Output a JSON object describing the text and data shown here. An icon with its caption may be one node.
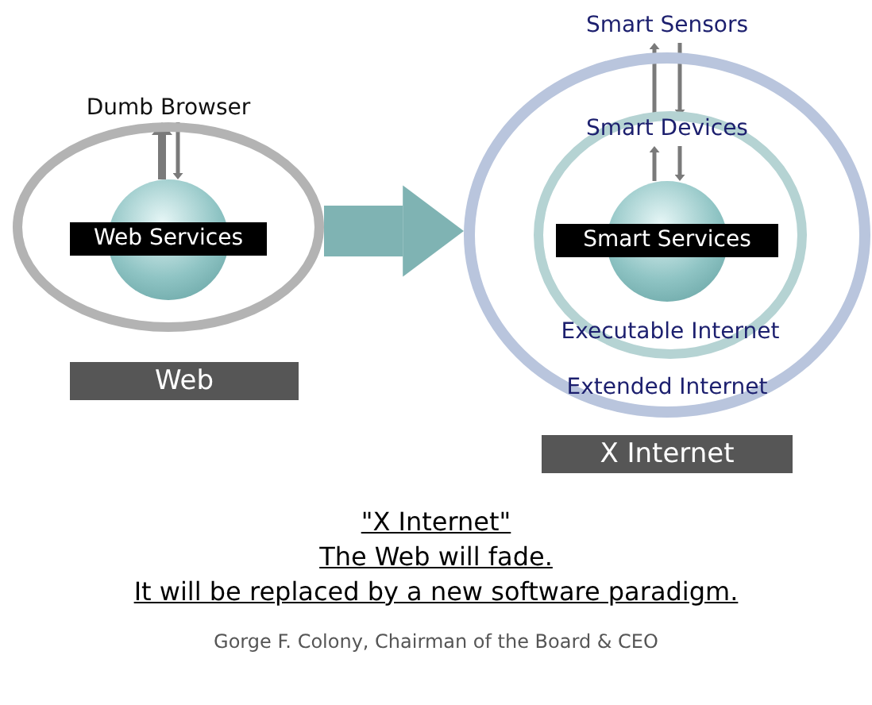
{
  "diagram": {
    "nodes": [
      {
        "text": [],
        "shape": "circle"
      },
      {
        "text": [
          "Dumb Browser"
        ]
      },
      {
        "text": [
          "Web Services"
        ],
        "in": 0
      },
      {
        "text": [
          "Web"
        ]
      },
      {
        "text": [
          "Smart Sensors"
        ]
      },
      {
        "text": [
          "Extended Internet"
        ]
      },
      {
        "text": [
          "Executable Internet"
        ],
        "in": 5
      },
      {
        "text": [
          "Smart Devices"
        ],
        "in": 6
      },
      {
        "text": [
          "Smart Services"
        ],
        "in": 6
      },
      {
        "text": [
          "X Internet"
        ]
      }
    ],
    "edges": [
      {
        "from": 2,
        "to": 1,
        "arrow": "to",
        "style": "thick"
      },
      {
        "from": 1,
        "to": 2,
        "arrow": "to"
      },
      {
        "from": 0,
        "to": 5,
        "arrow": "to",
        "style": "thick",
        "color": "#7fb3b3"
      },
      {
        "from": 7,
        "to": 4,
        "arrow": "to"
      },
      {
        "from": 4,
        "to": 7,
        "arrow": "to"
      },
      {
        "from": 8,
        "to": 7,
        "arrow": "to"
      },
      {
        "from": 7,
        "to": 8,
        "arrow": "to"
      }
    ],
    "labels": [
      "\"X Internet\"",
      "The Web will fade.",
      "It will be replaced by a new software paradigm.",
      "Gorge F. Colony, Chairman of the Board & CEO"
    ]
  }
}
